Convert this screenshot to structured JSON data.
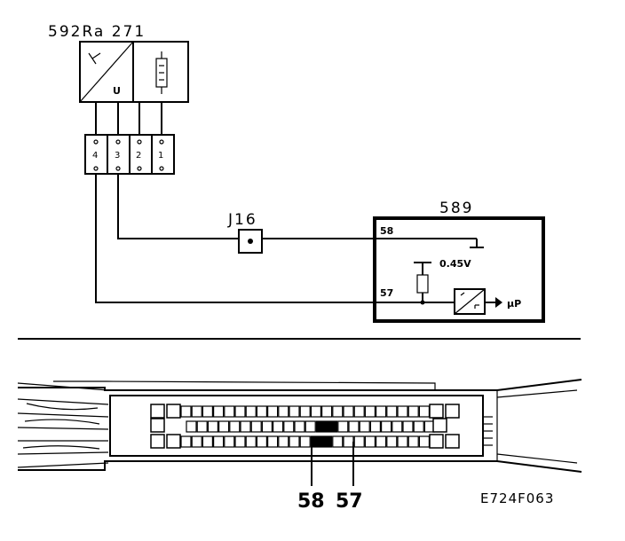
{
  "diagram": {
    "sensor_label": "592Ra 271",
    "junction_label": "J16",
    "ecu_label": "589",
    "ecu_pin_upper": "58",
    "ecu_pin_lower": "57",
    "voltage_label": "0.45V",
    "mu_label": "µP",
    "sensor_u_label": "U",
    "connector_pins": [
      "4",
      "3",
      "2",
      "1"
    ],
    "callout_58": "58",
    "callout_57": "57",
    "figure_code": "E724F063"
  },
  "colors": {
    "ink": "#000000",
    "paper": "#ffffff"
  }
}
